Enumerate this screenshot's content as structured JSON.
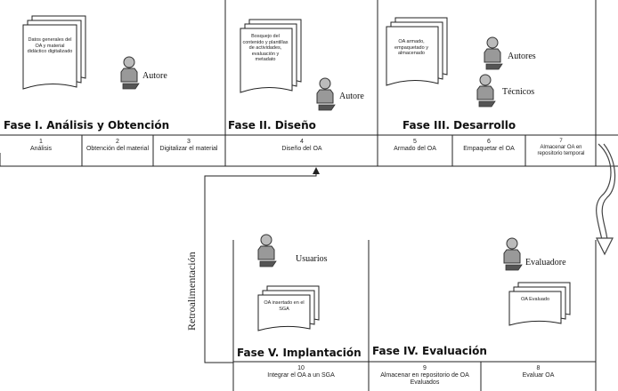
{
  "top": {
    "phases": [
      {
        "title": "Fase I.  Análisis y Obtención"
      },
      {
        "title": "Fase II. Diseño"
      },
      {
        "title": "Fase III. Desarrollo"
      }
    ],
    "steps": [
      {
        "num": "1",
        "label": "Análisis"
      },
      {
        "num": "2",
        "label": "Obtención del material"
      },
      {
        "num": "3",
        "label": "Digitalizar el material"
      },
      {
        "num": "4",
        "label": "Diseño del OA"
      },
      {
        "num": "5",
        "label": "Armado del OA"
      },
      {
        "num": "6",
        "label": "Empaquetar el OA"
      },
      {
        "num": "7",
        "label": "Almacenar OA en repositorio temporal"
      }
    ],
    "docs": [
      {
        "text": "Datos generales del OA y material didáctico digitalizado"
      },
      {
        "text": "Bosquejo del contenido y plantillas de actividades, evaluación y metadato"
      },
      {
        "text": "OA armado, empaquetado y almacenado"
      }
    ],
    "roles": [
      "Autore",
      "Autore",
      "Autores",
      "Técnicos"
    ]
  },
  "bottom": {
    "phases": [
      {
        "title": "Fase V. Implantación"
      },
      {
        "title": "Fase IV. Evaluación"
      }
    ],
    "steps": [
      {
        "num": "10",
        "label": "Integrar el OA a un SGA"
      },
      {
        "num": "9",
        "label": "Almacenar en repositorio de OA Evaluados"
      },
      {
        "num": "8",
        "label": "Evaluar OA"
      }
    ],
    "docs": [
      {
        "text": "OA insertado en el SGA"
      },
      {
        "text": "OA Evaluado"
      }
    ],
    "roles": [
      "Usuarios",
      "Evaluadore"
    ]
  },
  "feedback_label": "Retroalimentación"
}
